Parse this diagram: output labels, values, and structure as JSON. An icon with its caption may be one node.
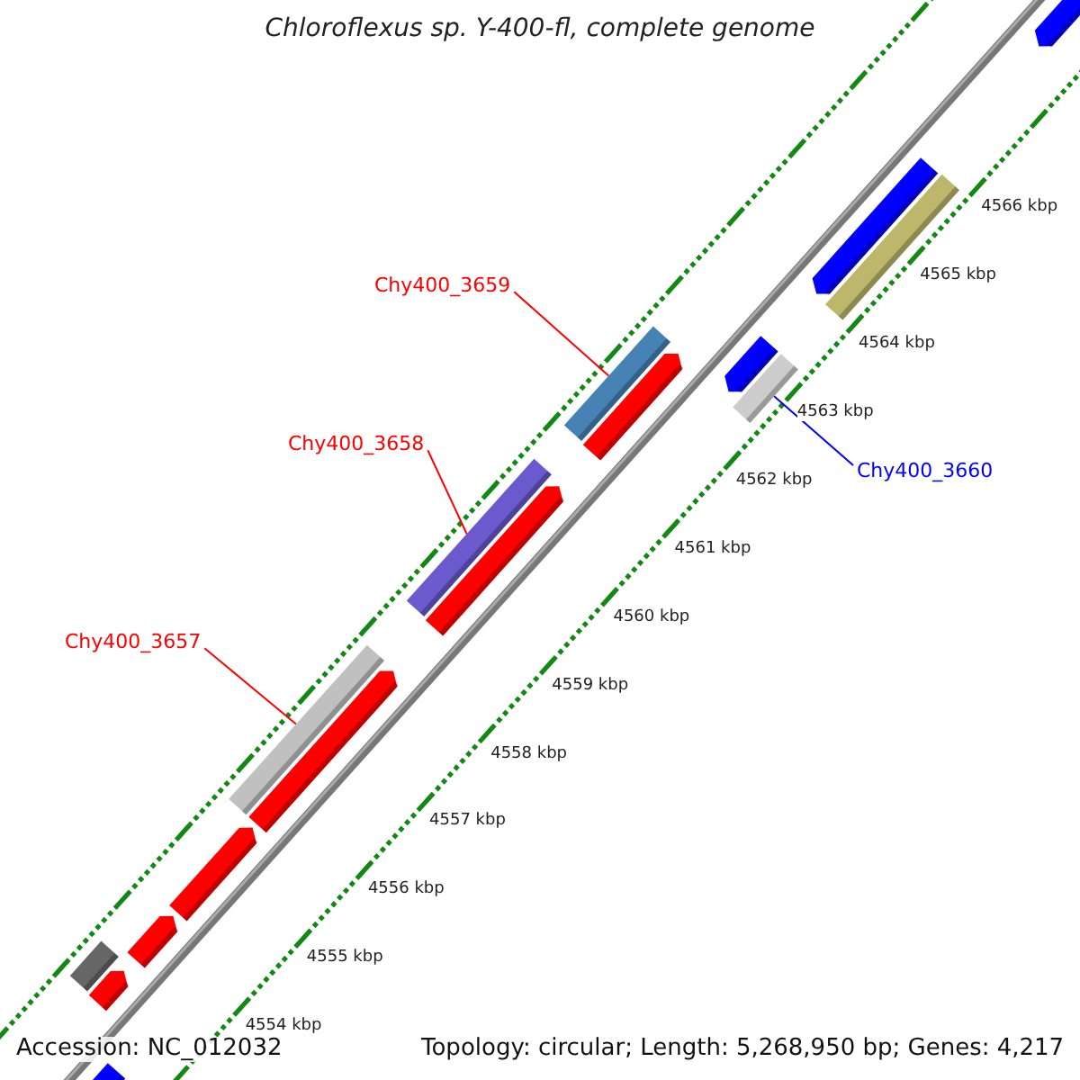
{
  "diagram": {
    "title": "Chloroflexus sp. Y-400-fl, complete genome",
    "nodes": [
      {
        "text": [
          "Chy400_3659"
        ]
      },
      {
        "text": [
          "Chy400_3658"
        ]
      },
      {
        "text": [
          "Chy400_3657"
        ]
      },
      {
        "text": [
          "Chy400_3660"
        ]
      },
      {
        "text": [],
        "shape": "bar"
      },
      {
        "text": [],
        "shape": "bar"
      },
      {
        "text": [],
        "shape": "bar"
      },
      {
        "text": [],
        "shape": "bar"
      }
    ],
    "edges": [
      {
        "from": 0,
        "to": 4,
        "arrow": "none"
      },
      {
        "from": 1,
        "to": 5,
        "arrow": "none"
      },
      {
        "from": 2,
        "to": 6,
        "arrow": "none"
      },
      {
        "from": 3,
        "to": 7,
        "arrow": "none",
        "color": "#0000ff"
      }
    ],
    "labels": [
      "4566 kbp",
      "4565 kbp",
      "4564 kbp",
      "4563 kbp",
      "4562 kbp",
      "4561 kbp",
      "4560 kbp",
      "4559 kbp",
      "4558 kbp",
      "4557 kbp",
      "4556 kbp",
      "4555 kbp",
      "4554 kbp",
      "Accession: NC_012032",
      "Topology: circular; Length: 5,268,950 bp; Genes: 4,217"
    ]
  }
}
